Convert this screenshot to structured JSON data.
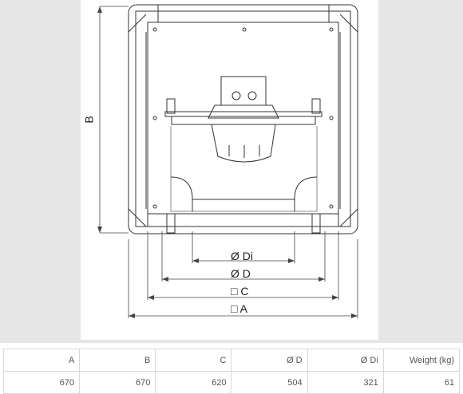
{
  "diagram": {
    "dimension_labels": {
      "b": "B",
      "di": "Ø Di",
      "d": "Ø D",
      "c": "□ C",
      "a": "□ A"
    }
  },
  "table": {
    "headers": [
      "A",
      "B",
      "C",
      "Ø D",
      "Ø Di",
      "Weight (kg)"
    ],
    "rows": [
      [
        "670",
        "670",
        "620",
        "504",
        "321",
        "61"
      ]
    ]
  }
}
